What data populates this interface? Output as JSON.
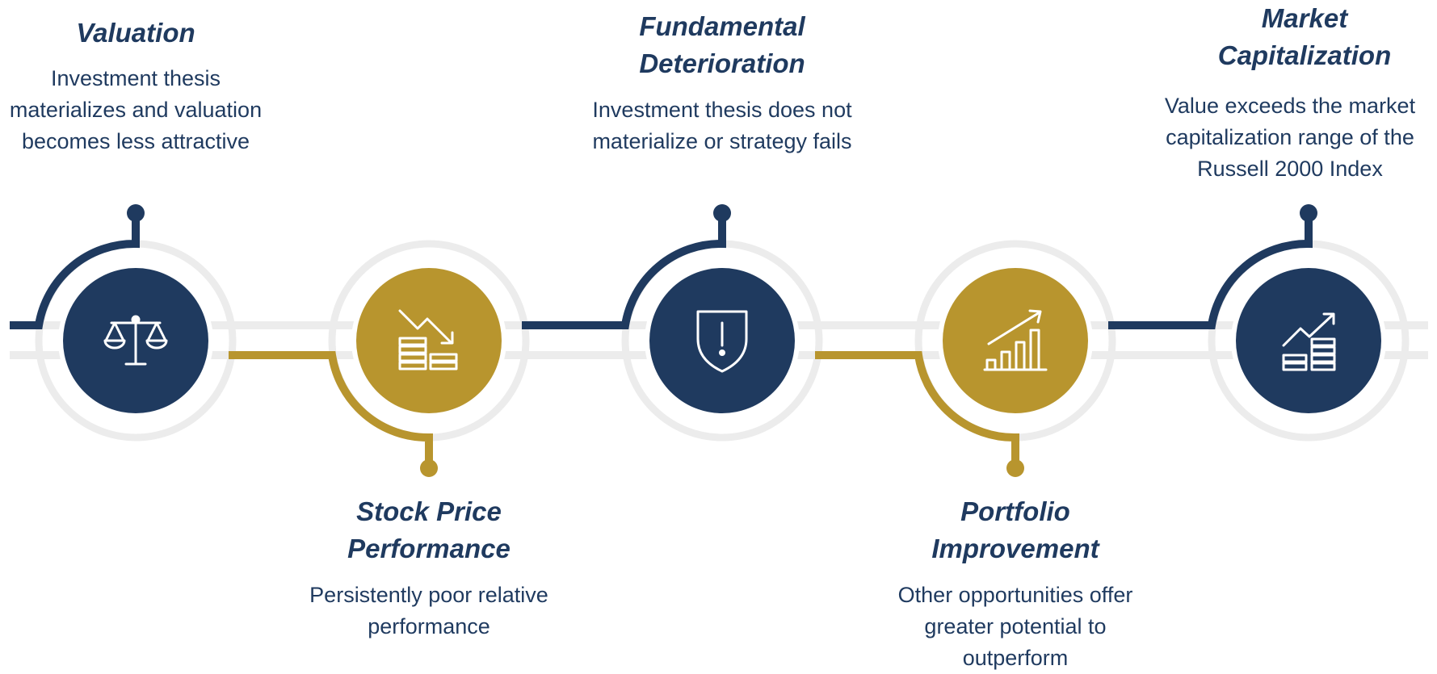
{
  "colors": {
    "navy": "#1f3a5f",
    "gold": "#b8952e",
    "ring_gray": "#ececec",
    "text": "#1f3a5f"
  },
  "stages": [
    {
      "title": "Valuation",
      "description": "Investment thesis materializes and valuation becomes less attractive",
      "icon": "balance-scale-icon",
      "color": "navy",
      "position": "top"
    },
    {
      "title": "Stock Price Performance",
      "description": "Persistently poor relative performance",
      "icon": "declining-coins-icon",
      "color": "gold",
      "position": "bottom"
    },
    {
      "title": "Fundamental Deterioration",
      "description": "Investment thesis does not materialize or strategy fails",
      "icon": "shield-alert-icon",
      "color": "navy",
      "position": "top"
    },
    {
      "title": "Portfolio Improvement",
      "description": "Other opportunities offer greater potential to outperform",
      "icon": "bar-chart-growth-icon",
      "color": "gold",
      "position": "bottom"
    },
    {
      "title": "Market Capitalization",
      "description": "Value exceeds the market capitalization range of the Russell 2000 Index",
      "icon": "growth-coins-icon",
      "color": "navy",
      "position": "top"
    }
  ]
}
